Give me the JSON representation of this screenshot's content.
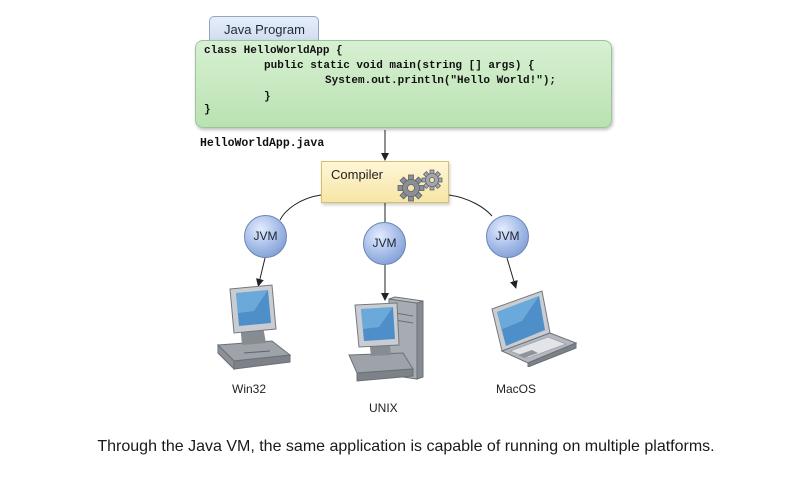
{
  "program": {
    "tab_label": "Java Program",
    "code_lines": [
      "class HelloWorldApp {",
      "public static void main(string [] args) {",
      "System.out.println(\"Hello World!\");",
      "}",
      "}"
    ],
    "filename": "HelloWorldApp.java"
  },
  "compiler": {
    "label": "Compiler",
    "icon": "gears-icon"
  },
  "jvms": [
    {
      "label": "JVM"
    },
    {
      "label": "JVM"
    },
    {
      "label": "JVM"
    }
  ],
  "platforms": [
    {
      "label": "Win32",
      "icon": "desktop-computer-icon"
    },
    {
      "label": "UNIX",
      "icon": "tower-computer-icon"
    },
    {
      "label": "MacOS",
      "icon": "laptop-icon"
    }
  ],
  "caption": "Through the Java VM, the same application is capable of running on multiple platforms.",
  "colors": {
    "code_box": "#c6e8bf",
    "compiler_box": "#fbefc4",
    "jvm_circle": "#9db6e4"
  }
}
